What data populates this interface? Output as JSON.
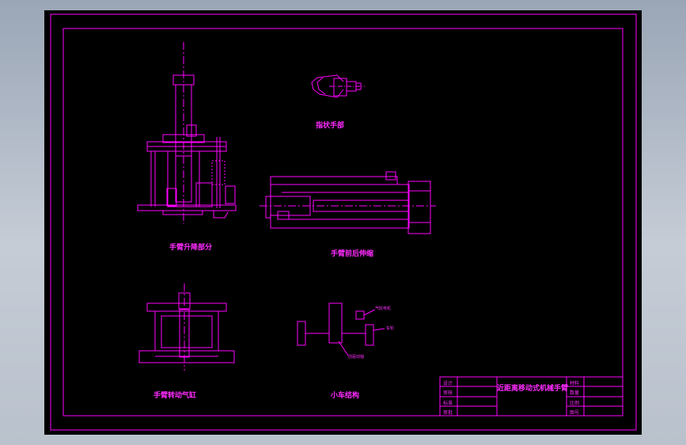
{
  "drawing": {
    "title": "近距离移动式机械手臂",
    "views": {
      "gripper": "指状手部",
      "lift": "手臂升降部分",
      "extend": "手臂前后伸缩",
      "rotate": "手臂转动气缸",
      "cart": "小车结构"
    },
    "callouts": {
      "motor": "气缸电机",
      "wheel": "车轮",
      "axle": "前驱动轴"
    },
    "title_block": {
      "design": "设计",
      "check": "审核",
      "standard": "标准",
      "approve": "审批",
      "material": "材料",
      "quantity": "数量",
      "scale": "比例",
      "drawing_no": "图号"
    }
  },
  "colors": {
    "line": "#ff00ff",
    "sheet": "#000000"
  }
}
